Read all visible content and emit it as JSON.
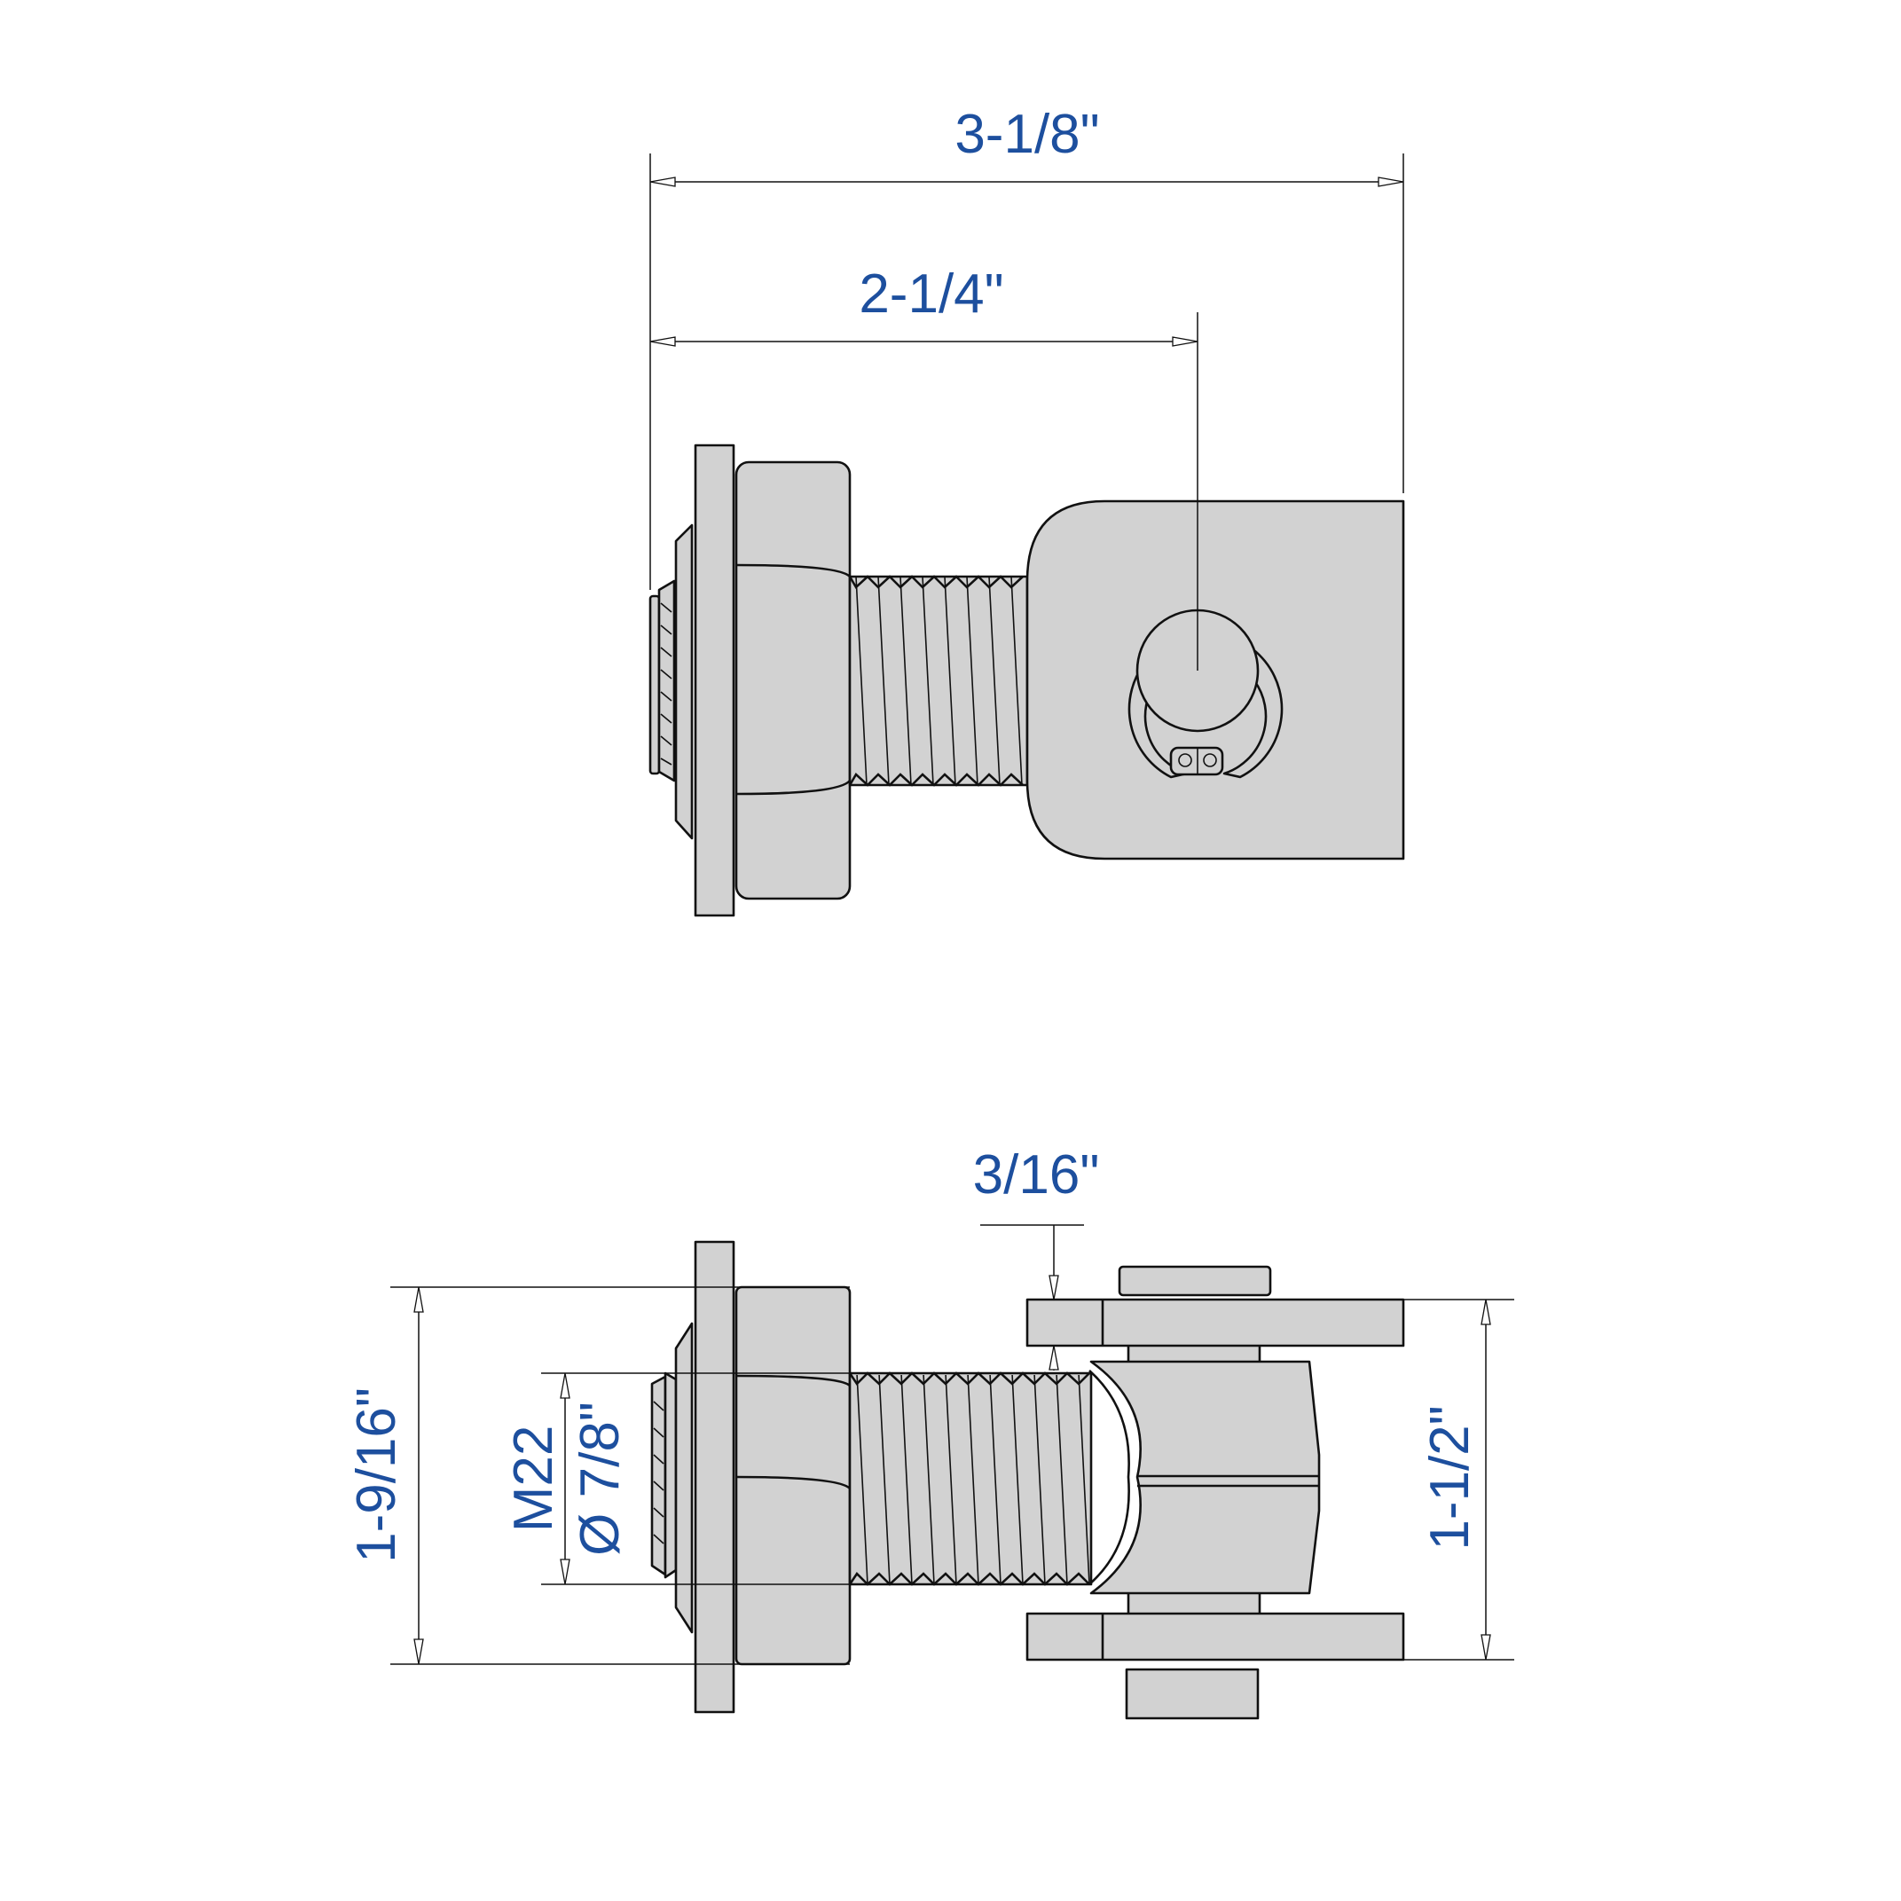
{
  "colors": {
    "part_fill": "#d2d2d2",
    "outline": "#111111",
    "dimension_text": "#1d4f9e"
  },
  "top_view": {
    "dimensions": {
      "overall_length": "3-1/8\"",
      "pin_center": "2-1/4\""
    }
  },
  "bottom_view": {
    "dimensions": {
      "nut_height": "1-9/16\"",
      "thread_size": "M22",
      "thread_diameter": "Ø 7/8\"",
      "plate_thickness": "3/16\"",
      "leaf_span": "1-1/2\""
    }
  }
}
